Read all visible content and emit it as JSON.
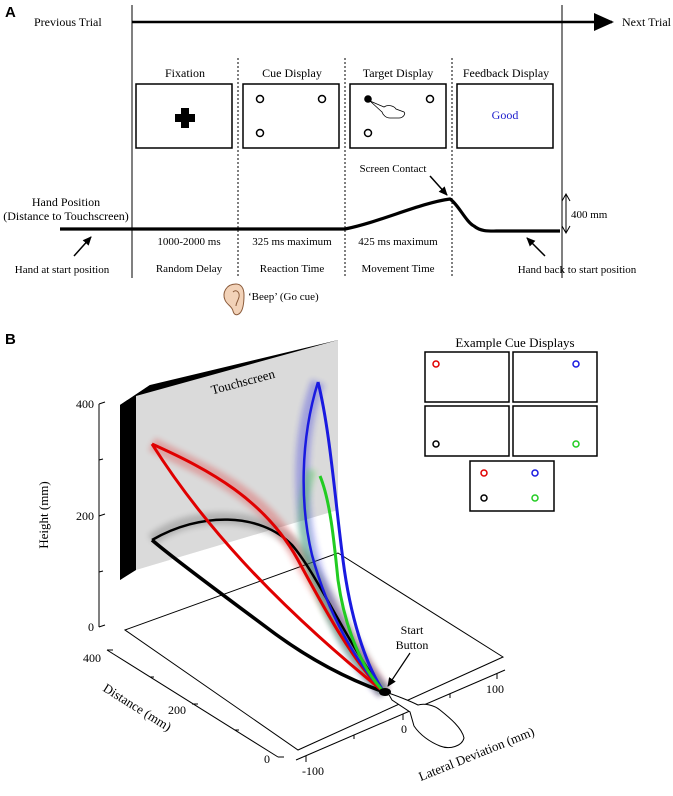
{
  "panel_a": {
    "label": "A",
    "previous_trial": "Previous Trial",
    "next_trial": "Next Trial",
    "phases": [
      {
        "title": "Fixation",
        "display": "fixation-cross",
        "duration": "1000-2000 ms",
        "description": "Random Delay"
      },
      {
        "title": "Cue Display",
        "display": "cue-circles",
        "duration": "325 ms maximum",
        "description": "Reaction Time"
      },
      {
        "title": "Target Display",
        "display": "target-touch",
        "duration": "425 ms maximum",
        "description": "Movement Time"
      },
      {
        "title": "Feedback Display",
        "display": "feedback-text",
        "feedback_text": "Good",
        "feedback_color": "#1a1acc"
      }
    ],
    "hand_position_label_line1": "Hand Position",
    "hand_position_label_line2": "(Distance to Touchscreen)",
    "screen_contact": "Screen Contact",
    "scale_label": "400 mm",
    "hand_start": "Hand at start position",
    "hand_back": "Hand back to start position",
    "beep": "‘Beep’ (Go cue)"
  },
  "panel_b": {
    "label": "B",
    "touchscreen_label": "Touchscreen",
    "example_cue_title": "Example Cue Displays",
    "cue_colors": {
      "red": "#e00000",
      "blue": "#1a1ae0",
      "black": "#000000",
      "green": "#22cc22"
    },
    "start_button_line1": "Start",
    "start_button_line2": "Button",
    "axes": {
      "height": {
        "label": "Height (mm)",
        "ticks": [
          "0",
          "200",
          "400"
        ]
      },
      "distance": {
        "label": "Distance (mm)",
        "ticks": [
          "0",
          "200",
          "400"
        ]
      },
      "lateral": {
        "label": "Lateral Deviation (mm)",
        "ticks": [
          "-100",
          "0",
          "100"
        ]
      }
    },
    "trajectory_colors": [
      "#e00000",
      "#000000",
      "#1a1ae0",
      "#22cc22"
    ]
  }
}
